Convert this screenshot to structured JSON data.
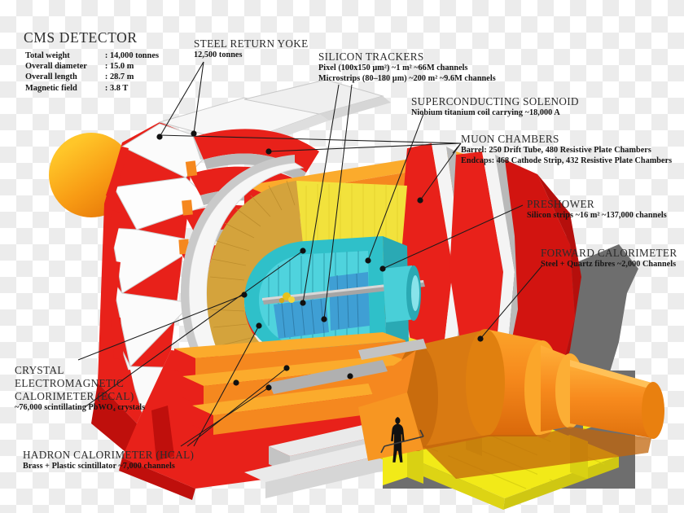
{
  "title": "CMS DETECTOR",
  "specs": [
    {
      "key": "Total weight",
      "value": ": 14,000 tonnes"
    },
    {
      "key": "Overall diameter",
      "value": ": 15.0 m"
    },
    {
      "key": "Overall length",
      "value": ": 28.7 m"
    },
    {
      "key": "Magnetic field",
      "value": ": 3.8 T"
    }
  ],
  "labels": {
    "steel_return_yoke": {
      "heading": "STEEL RETURN YOKE",
      "lines": [
        "12,500 tonnes"
      ]
    },
    "silicon_trackers": {
      "heading": "SILICON TRACKERS",
      "lines": [
        "Pixel (100x150 µm²) ~1 m² ~66M channels",
        "Microstrips (80–180 µm) ~200 m² ~9.6M channels"
      ]
    },
    "superconducting_solenoid": {
      "heading": "SUPERCONDUCTING SOLENOID",
      "lines": [
        "Niobium titanium coil carrying ~18,000 A"
      ]
    },
    "muon_chambers": {
      "heading": "MUON CHAMBERS",
      "lines": [
        "Barrel: 250 Drift Tube, 480 Resistive Plate Chambers",
        "Endcaps: 468 Cathode Strip, 432 Resistive Plate Chambers"
      ]
    },
    "preshower": {
      "heading": "PRESHOWER",
      "lines": [
        "Silicon strips ~16 m² ~137,000 channels"
      ]
    },
    "forward_calorimeter": {
      "heading": "FORWARD CALORIMETER",
      "lines": [
        "Steel + Quartz fibres ~2,000 Channels"
      ]
    },
    "ecal": {
      "heading": "CRYSTAL ELECTROMAGNETIC CALORIMETER (ECAL)",
      "heading_lines": [
        "CRYSTAL",
        "ELECTROMAGNETIC",
        "CALORIMETER (ECAL)"
      ],
      "lines": [
        "~76,000 scintillating PbWO₄ crystals"
      ]
    },
    "hcal": {
      "heading": "HADRON CALORIMETER (HCAL)",
      "lines": [
        "Brass + Plastic scintillator ~7,000 channels"
      ]
    }
  },
  "colors": {
    "yoke_red": "#e8211a",
    "yoke_red_dark": "#bf0f0c",
    "muon_orange": "#f5881f",
    "muon_orange_light": "#fbab2c",
    "steel_gray": "#b9b9b9",
    "steel_gray_light": "#d8d8d8",
    "solenoid_white": "#f4f4f4",
    "hcal_tan": "#d2a martins",
    "hcal_gold": "#d4a33c",
    "ecal_yellow": "#f2e23c",
    "tracker_cyan": "#38c6d4",
    "tracker_blue": "#3f9fd4",
    "forward_orange": "#f58a1e",
    "platform_yellow": "#f2ea18",
    "shadow_gray": "#6e6e6e",
    "text": "#231f20",
    "leader": "#1a1a1a"
  }
}
